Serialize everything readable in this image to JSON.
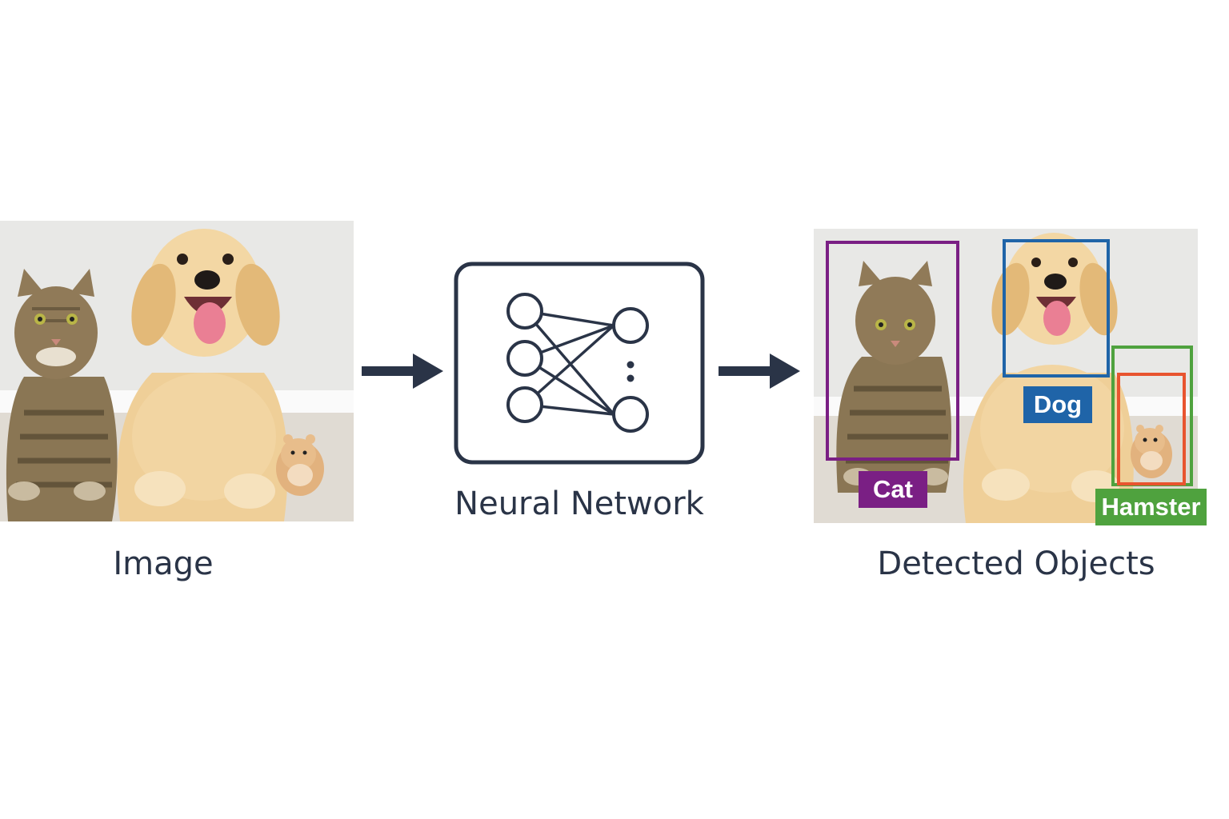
{
  "input": {
    "caption": "Image"
  },
  "network": {
    "caption": "Neural Network"
  },
  "output": {
    "caption": "Detected Objects",
    "detections": [
      {
        "label": "Cat",
        "color": "#7a1f84"
      },
      {
        "label": "Dog",
        "color": "#1f64a8"
      },
      {
        "label": "Hamster",
        "color": "#4fa23e",
        "inner_box_color": "#e8542f"
      }
    ]
  },
  "colors": {
    "ink": "#2a3447",
    "wall": "#e8e8e6",
    "floor": "#e0dbd3",
    "dog_fur": "#efcf98",
    "cat_fur": "#8a7654",
    "hamster_fur": "#e2b27e"
  }
}
